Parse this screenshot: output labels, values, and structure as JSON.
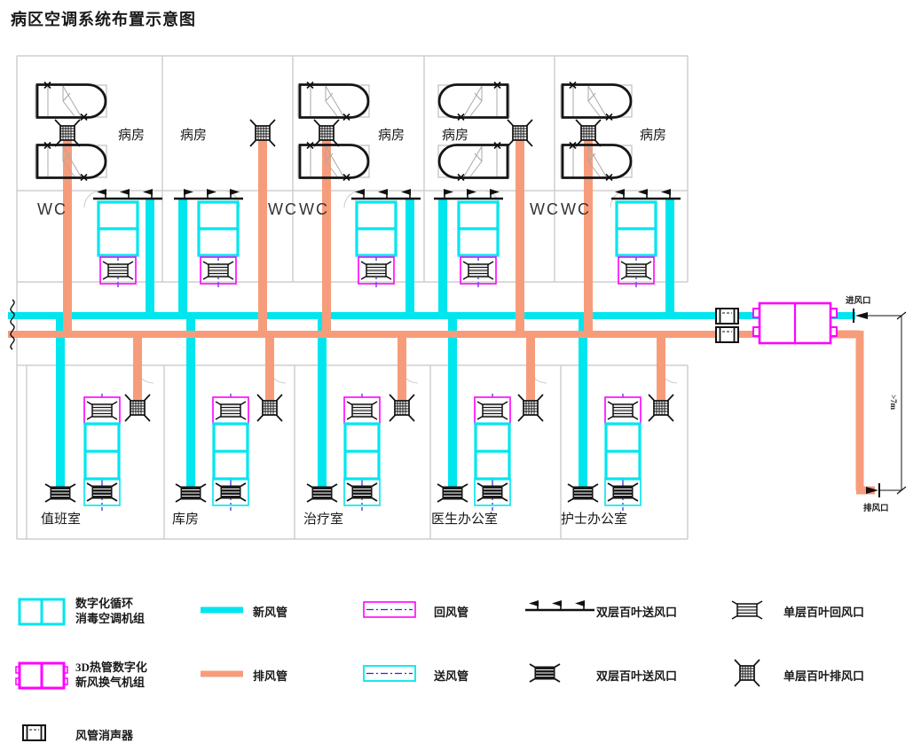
{
  "title": "病区空调系统布置示意图",
  "plan": {
    "top_rooms": [
      {
        "label": "病房"
      },
      {
        "label": "病房"
      },
      {
        "label": "病房"
      },
      {
        "label": "病房"
      },
      {
        "label": "病房"
      }
    ],
    "wc_labels": [
      {
        "label": "WC"
      },
      {
        "label": "WC"
      },
      {
        "label": "WC"
      },
      {
        "label": "WC"
      },
      {
        "label": "WC"
      }
    ],
    "bottom_rooms": [
      {
        "label": "值班室"
      },
      {
        "label": "库房"
      },
      {
        "label": "治疗室"
      },
      {
        "label": "医生办公室"
      },
      {
        "label": "护士办公室"
      }
    ],
    "intake_label": "进风口",
    "exhaust_label": "排风口",
    "distance_note": ">7m"
  },
  "legend": {
    "ahu_unit": {
      "label1": "数字化循环",
      "label2": "消毒空调机组"
    },
    "fresh_duct": {
      "label": "新风管"
    },
    "return_duct": {
      "label": "回风管"
    },
    "double_louver_supply_side": {
      "label": "双层百叶送风口"
    },
    "single_louver_return": {
      "label": "单层百叶回风口"
    },
    "heat_pipe_unit": {
      "label1": "3D热管数字化",
      "label2": "新风换气机组"
    },
    "exhaust_duct": {
      "label": "排风管"
    },
    "supply_duct": {
      "label": "送风管"
    },
    "double_louver_supply_plan": {
      "label": "双层百叶送风口"
    },
    "single_louver_exhaust": {
      "label": "单层百叶排风口"
    },
    "silencer": {
      "label": "风管消声器"
    }
  },
  "colors": {
    "fresh_air": "#00E6EE",
    "exhaust_air": "#F79C7B",
    "equipment_magenta": "#FF00FF",
    "centerline_blue": "#2B2BD6",
    "walls_gray": "#CFCFCF"
  }
}
